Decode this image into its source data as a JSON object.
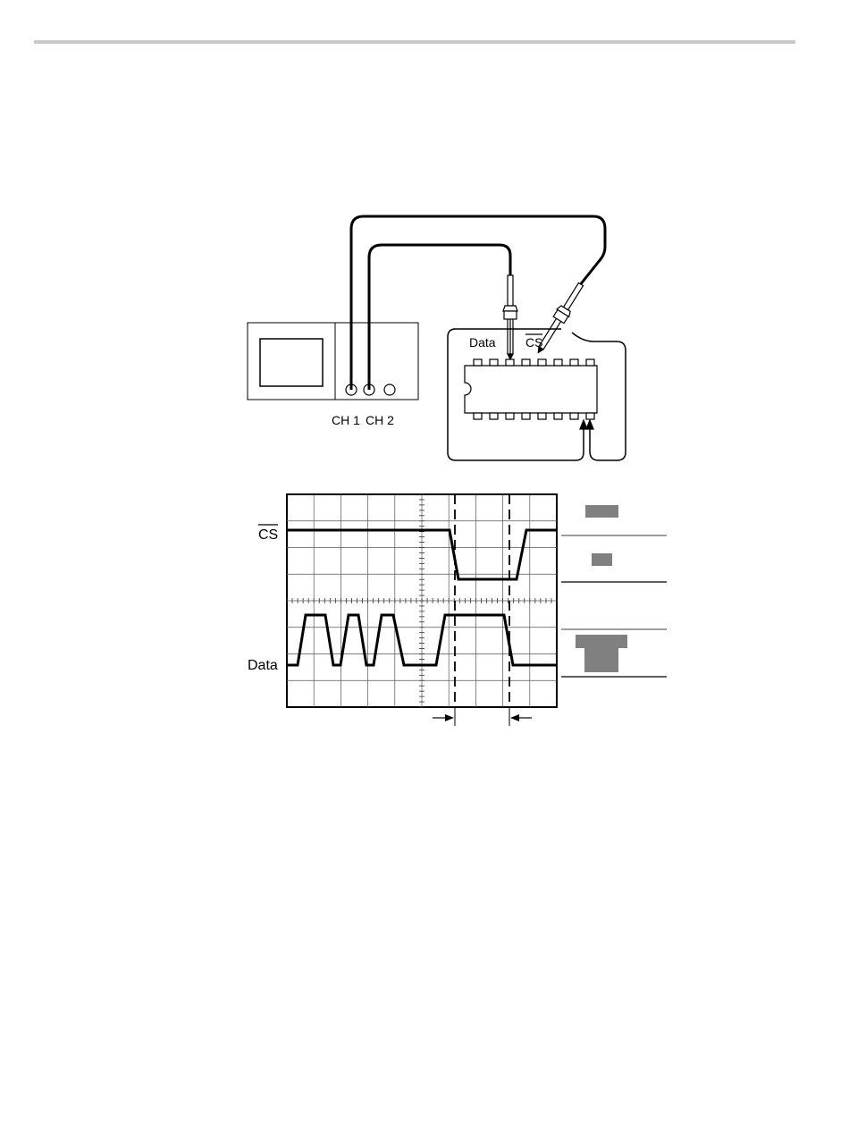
{
  "setup": {
    "ch1_label": "CH 1",
    "ch2_label": "CH 2",
    "data_label": "Data",
    "cs_label": "CS"
  },
  "waveform": {
    "cs_label": "CS",
    "data_label": "Data"
  },
  "colors": {
    "line": "#000000",
    "grid": "#555555",
    "menu_block": "#808080",
    "menu_line": "#7f7f7f",
    "rule": "#c8c8c8"
  }
}
